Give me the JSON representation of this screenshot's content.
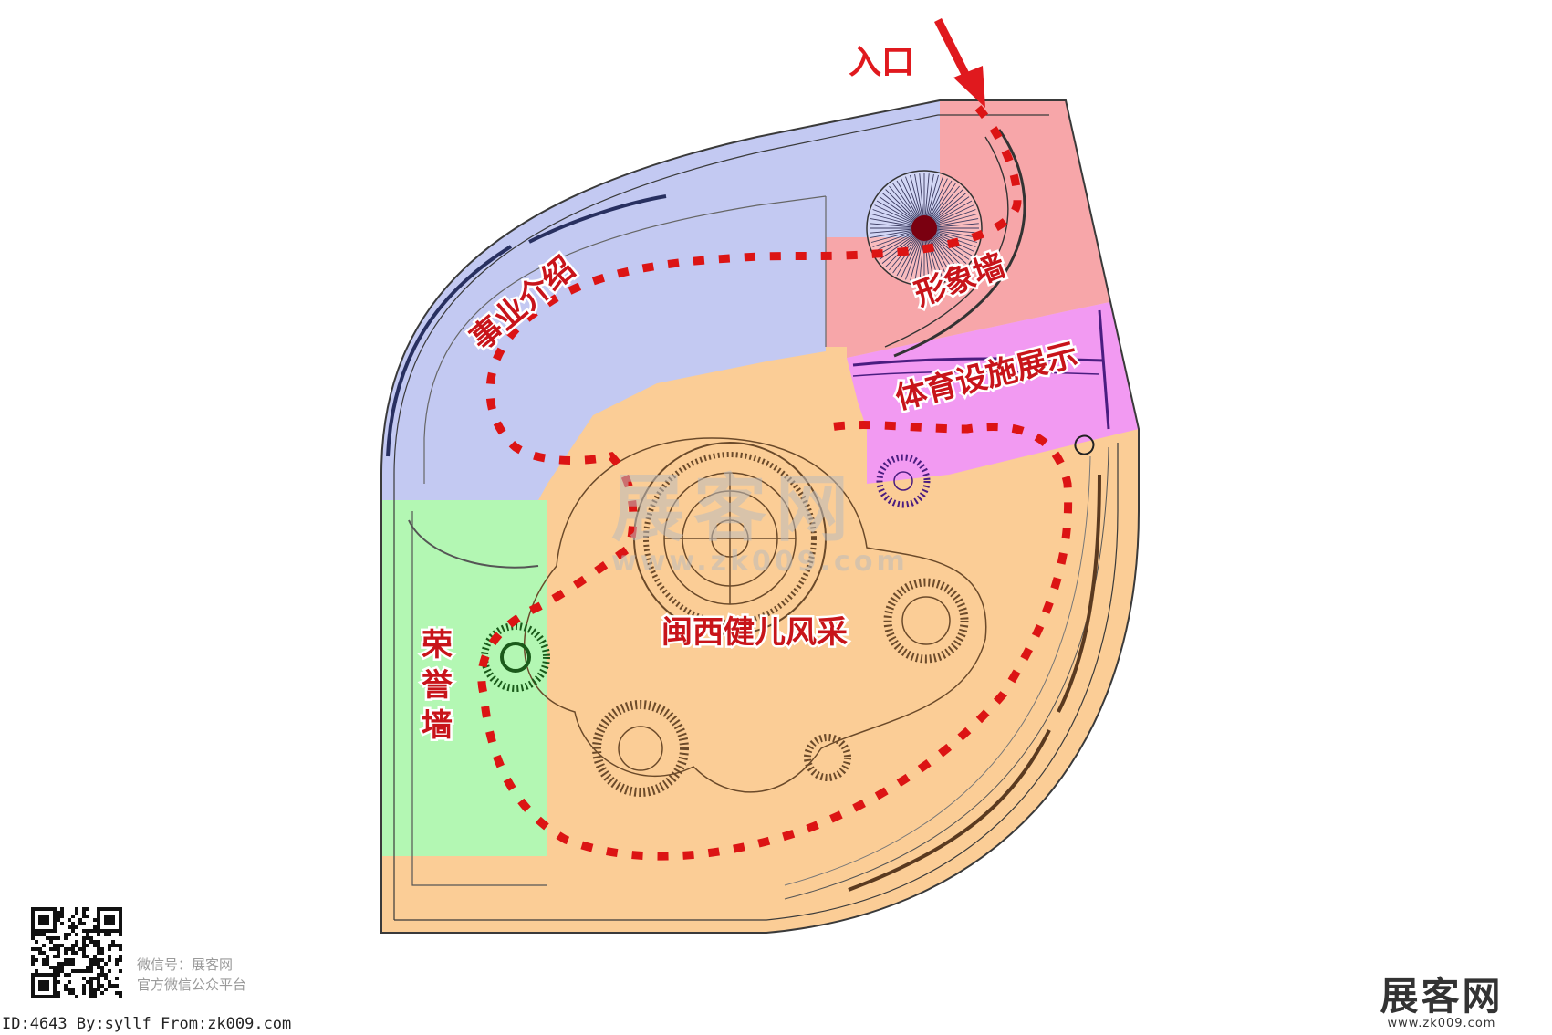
{
  "entrance": {
    "label": "入口"
  },
  "zones": [
    {
      "id": "career",
      "label": "事业介绍",
      "color": "#c3c9f2"
    },
    {
      "id": "image-wall",
      "label": "形象墙",
      "color": "#f7a6a9"
    },
    {
      "id": "sports",
      "label": "体育设施展示",
      "color": "#f29af2"
    },
    {
      "id": "main",
      "label": "闽西健儿风采",
      "color": "#fbcd96"
    },
    {
      "id": "honor",
      "label": "荣誉墙",
      "color": "#b3f7b3"
    }
  ],
  "route": {
    "color": "#dc1414"
  },
  "watermark": {
    "name": "展客网",
    "url": "www.zk009.com"
  },
  "qr": {
    "text": "微信号：展客网",
    "sub": "官方微信公众平台"
  },
  "footer": {
    "id_text": "ID:4643 By:syllf From:zk009.com"
  },
  "brand": {
    "name": "展客网",
    "url": "www.zk009.com"
  }
}
